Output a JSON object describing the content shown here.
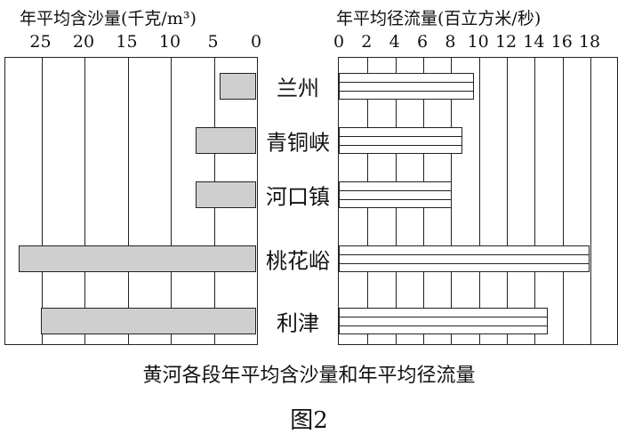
{
  "chart_data": [
    {
      "type": "bar",
      "orientation": "horizontal",
      "direction": "right-to-left",
      "title": "年平均含沙量(千克/m³)",
      "categories": [
        "兰州",
        "青铜峡",
        "河口镇",
        "桃花峪",
        "利津"
      ],
      "values": [
        4.2,
        7,
        7,
        27.5,
        25
      ],
      "xticks": [
        "25",
        "20",
        "15",
        "10",
        "5",
        "0"
      ],
      "xlim": [
        0,
        29
      ],
      "grid": true,
      "fill": "#cfcfcf"
    },
    {
      "type": "bar",
      "orientation": "horizontal",
      "title": "年平均径流量(百立方米/秒)",
      "categories": [
        "兰州",
        "青铜峡",
        "河口镇",
        "桃花峪",
        "利津"
      ],
      "values": [
        9.7,
        8.9,
        8.1,
        18,
        15
      ],
      "xticks": [
        "0",
        "2",
        "4",
        "6",
        "8",
        "10",
        "12",
        "14",
        "16",
        "18"
      ],
      "xlim": [
        0,
        20
      ],
      "grid": true,
      "fill": "#ffffff striped"
    }
  ],
  "labels": {
    "left_title": "年平均含沙量(千克/m³)",
    "right_title": "年平均径流量(百立方米/秒)",
    "left_ticks": [
      "25",
      "20",
      "15",
      "10",
      "5",
      "0"
    ],
    "right_ticks": [
      "0",
      "2",
      "4",
      "6",
      "8",
      "10",
      "12",
      "14",
      "16",
      "18"
    ],
    "categories": [
      "兰州",
      "青铜峡",
      "河口镇",
      "桃花峪",
      "利津"
    ],
    "caption": "黄河各段年平均含沙量和年平均径流量",
    "figure": "图2"
  }
}
